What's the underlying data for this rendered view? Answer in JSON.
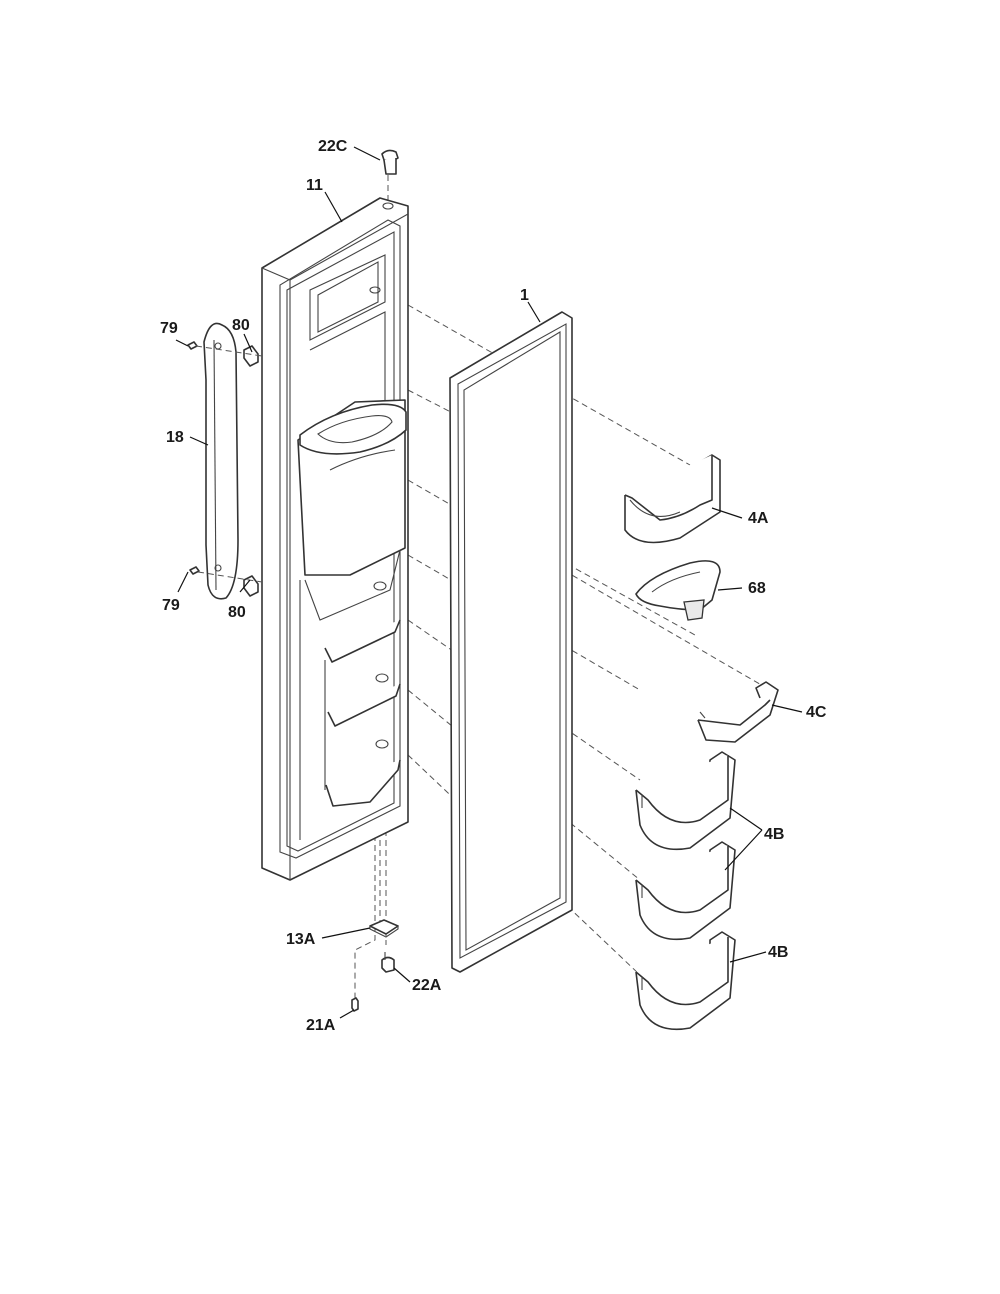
{
  "labels": {
    "p22C": "22C",
    "p11": "11",
    "p1": "1",
    "p79a": "79",
    "p80a": "80",
    "p18": "18",
    "p79b": "79",
    "p80b": "80",
    "p4A": "4A",
    "p68": "68",
    "p4C": "4C",
    "p4B_1": "4B",
    "p4B_2": "4B",
    "p13A": "13A",
    "p22A": "22A",
    "p21A": "21A"
  }
}
